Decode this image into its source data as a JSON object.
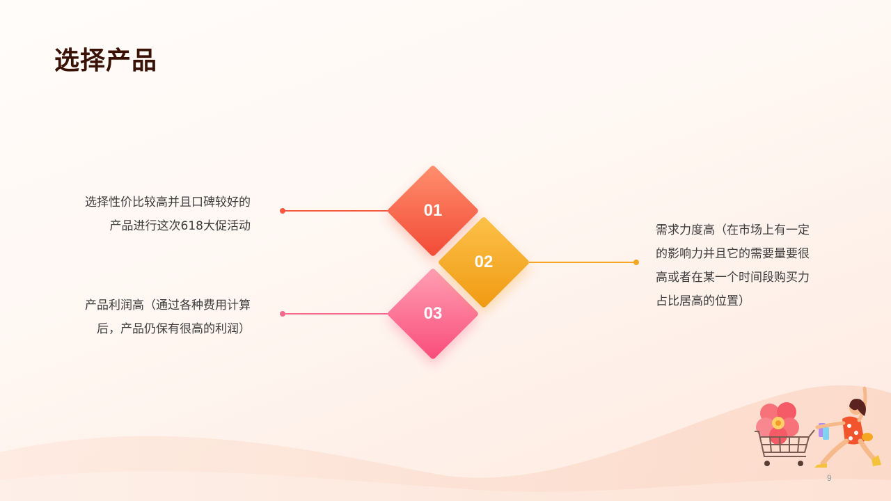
{
  "slide": {
    "title": "选择产品",
    "page_number": "9"
  },
  "items": [
    {
      "number": "01",
      "color": "#f5583f",
      "lines": [
        "选择性价比较高并且口碑较好的",
        "产品进行这次618大促活动"
      ]
    },
    {
      "number": "02",
      "color": "#f5a623",
      "lines": [
        "需求力度高（在市场上有一定",
        "的影响力并且它的需要量要很",
        "高或者在某一个时间段购买力",
        "占比居高的位置）"
      ]
    },
    {
      "number": "03",
      "color": "#f76a8c",
      "lines": [
        "产品利润高（通过各种费用计算",
        "后，产品仍保有很高的利润）"
      ]
    }
  ],
  "icons": {
    "illustration": "woman-shopping-cart-flower-illustration"
  }
}
